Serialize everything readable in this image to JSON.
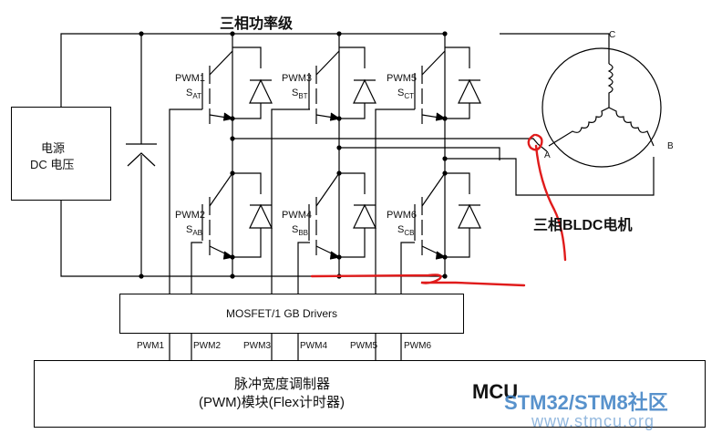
{
  "title": "三相功率级",
  "power_source": {
    "line1": "电源",
    "line2": "DC 电压"
  },
  "switches": [
    {
      "pwm": "PWM1",
      "name": "S",
      "sub": "AT"
    },
    {
      "pwm": "PWM3",
      "name": "S",
      "sub": "BT"
    },
    {
      "pwm": "PWM5",
      "name": "S",
      "sub": "CT"
    },
    {
      "pwm": "PWM2",
      "name": "S",
      "sub": "AB"
    },
    {
      "pwm": "PWM4",
      "name": "S",
      "sub": "BB"
    },
    {
      "pwm": "PWM6",
      "name": "S",
      "sub": "CB"
    }
  ],
  "drivers_label": "MOSFET/1 GB Drivers",
  "pwm_lines": [
    "PWM1",
    "PWM2",
    "PWM3",
    "PWM4",
    "PWM5",
    "PWM6"
  ],
  "mcu": {
    "line1": "脉冲宽度调制器",
    "line2": "(PWM)模块(Flex计时器)",
    "label": "MCU"
  },
  "motor": {
    "label": "三相BLDC电机",
    "phase_a": "A",
    "phase_b": "B",
    "phase_c": "C"
  },
  "watermark": {
    "brand_a": "STM32",
    "slash": "/",
    "brand_b": "STM8",
    "suffix": "社区",
    "url": "www.stmcu.org"
  },
  "colors": {
    "line": "#000000",
    "annotation": "#e01b1b",
    "watermark": "#3b7fc4"
  }
}
